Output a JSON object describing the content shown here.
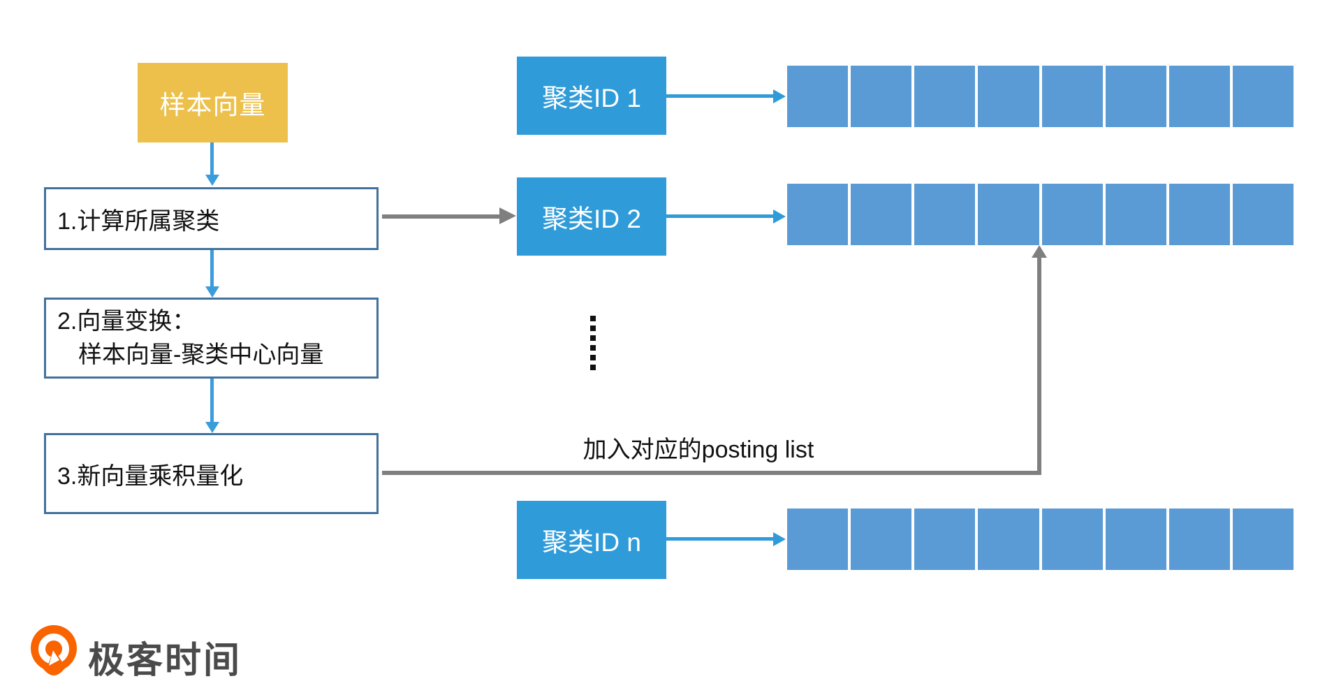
{
  "flow": {
    "sample_vector": {
      "label": "样本向量"
    },
    "steps": [
      {
        "label": "1.计算所属聚类"
      },
      {
        "line1": "2.向量变换：",
        "line2": "样本向量-聚类中心向量"
      },
      {
        "label": "3.新向量乘积量化"
      }
    ]
  },
  "clusters": [
    {
      "label": "聚类ID 1",
      "cells": 8
    },
    {
      "label": "聚类ID 2",
      "cells": 8
    },
    {
      "label": "聚类ID n",
      "cells": 8
    }
  ],
  "ellipsis_dot_count": 6,
  "annotation": {
    "label": "加入对应的posting list"
  },
  "logo": {
    "text": "极客时间"
  },
  "colors": {
    "sample_vector_fill": "#ECC04A",
    "cluster_id_fill": "#2F9BD9",
    "posting_cell_fill": "#5B9BD5",
    "step_box_border": "#41719C",
    "blue_arrow": "#2F9BD9",
    "gray_arrow": "#7F7F7F",
    "logo_orange": "#F96300",
    "logo_text_color": "#4A4A4A"
  }
}
